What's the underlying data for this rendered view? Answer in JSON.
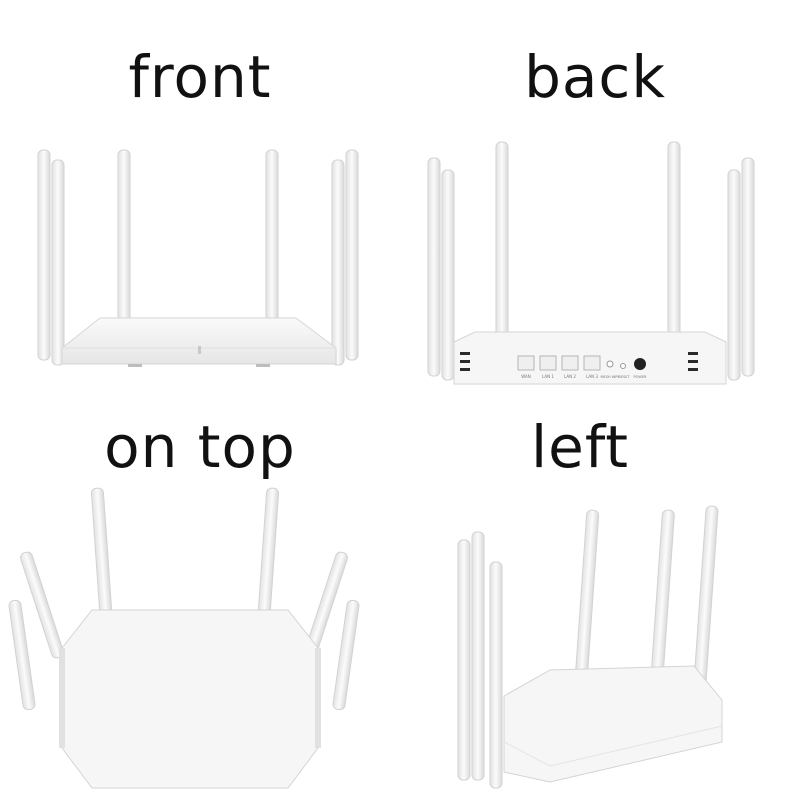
{
  "views": [
    {
      "id": "front",
      "label": "front"
    },
    {
      "id": "back",
      "label": "back"
    },
    {
      "id": "top",
      "label": "on top"
    },
    {
      "id": "left",
      "label": "left"
    }
  ],
  "back_ports": {
    "wan": "WAN",
    "lan1": "LAN 1",
    "lan2": "LAN 2",
    "lan3": "LAN 3",
    "mesh": "MESH WPS",
    "reset": "RESET",
    "power": "POWER"
  },
  "colors": {
    "body": "#f4f4f4",
    "shade": "#dedede",
    "edge": "#c9c9c9",
    "text": "#111111"
  }
}
